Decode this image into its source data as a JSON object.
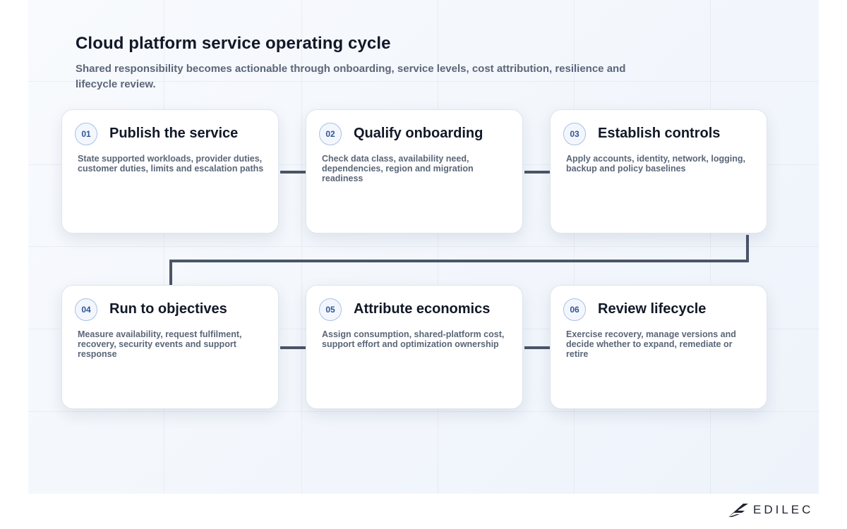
{
  "header": {
    "title": "Cloud platform service operating cycle",
    "subtitle": "Shared responsibility becomes actionable through onboarding, service levels, cost attribution, resilience and lifecycle review."
  },
  "steps": [
    {
      "number": "01",
      "title": "Publish the service",
      "description": "State supported workloads, provider duties, customer duties, limits and escalation paths"
    },
    {
      "number": "02",
      "title": "Qualify onboarding",
      "description": "Check data class, availability need, dependencies, region and migration readiness"
    },
    {
      "number": "03",
      "title": "Establish controls",
      "description": "Apply accounts, identity, network, logging, backup and policy baselines"
    },
    {
      "number": "04",
      "title": "Run to objectives",
      "description": "Measure availability, request fulfilment, recovery, security events and support response"
    },
    {
      "number": "05",
      "title": "Attribute economics",
      "description": "Assign consumption, shared-platform cost, support effort and optimization ownership"
    },
    {
      "number": "06",
      "title": "Review lifecycle",
      "description": "Exercise recovery, manage versions and decide whether to expand, remediate or retire"
    }
  ],
  "brand": {
    "name": "EDILEC",
    "icon": "edilec-logo-icon"
  },
  "colors": {
    "connector": "#4b5568",
    "badge_text": "#2f5597",
    "title": "#111827"
  }
}
